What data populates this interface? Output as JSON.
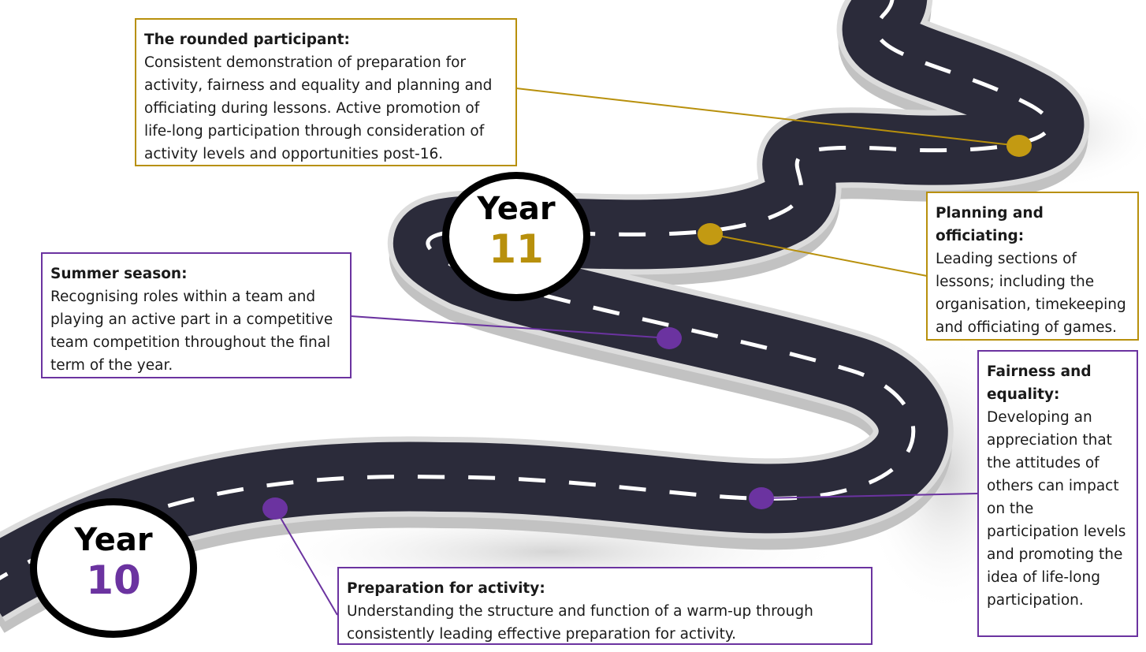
{
  "colors": {
    "gold": "#b8900c",
    "purple": "#6b33a0",
    "road": "#2b2b3a",
    "shoulder": "#d6d6d6",
    "dash": "#ffffff"
  },
  "badges": {
    "year10": {
      "word": "Year",
      "number": "10",
      "color": "#6b33a0"
    },
    "year11": {
      "word": "Year",
      "number": "11",
      "color": "#b8900c"
    }
  },
  "boxes": {
    "rounded": {
      "title": "The rounded participant:",
      "body": "Consistent demonstration of preparation for activity, fairness and equality and planning and officiating during lessons. Active promotion of life-long participation through consideration of activity levels and opportunities post-16."
    },
    "planning": {
      "title": "Planning and officiating:",
      "body": "Leading sections of lessons; including the organisation, timekeeping and officiating of games."
    },
    "summer": {
      "title": "Summer season:",
      "body": "Recognising roles within a team and playing an active part in a competitive team competition throughout the final term of the year."
    },
    "fairness": {
      "title": "Fairness and equality:",
      "body": "Developing an appreciation that the attitudes of others can impact on the participation levels and promoting the idea of life-long participation."
    },
    "preparation": {
      "title": "Preparation for activity:",
      "body": "Understanding the structure and function of a warm-up through consistently leading effective preparation for activity."
    }
  }
}
